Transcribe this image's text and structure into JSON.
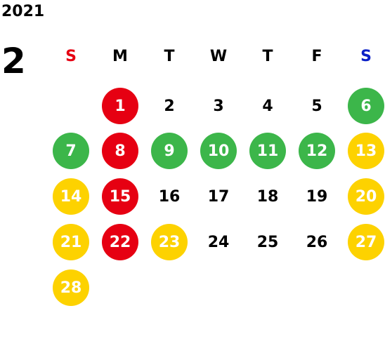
{
  "year": "2021",
  "month": "2",
  "weekdays": [
    {
      "label": "S",
      "color": "#e60012"
    },
    {
      "label": "M",
      "color": "#000000"
    },
    {
      "label": "T",
      "color": "#000000"
    },
    {
      "label": "W",
      "color": "#000000"
    },
    {
      "label": "T",
      "color": "#000000"
    },
    {
      "label": "F",
      "color": "#000000"
    },
    {
      "label": "S",
      "color": "#0b20c7"
    }
  ],
  "colors": {
    "red": "#e60012",
    "green": "#3cb64a",
    "yellow": "#fdd200"
  },
  "days": [
    {
      "n": "1",
      "style": "red"
    },
    {
      "n": "2",
      "style": "plain"
    },
    {
      "n": "3",
      "style": "plain"
    },
    {
      "n": "4",
      "style": "plain"
    },
    {
      "n": "5",
      "style": "plain"
    },
    {
      "n": "6",
      "style": "green"
    },
    {
      "n": "7",
      "style": "green"
    },
    {
      "n": "8",
      "style": "red"
    },
    {
      "n": "9",
      "style": "green"
    },
    {
      "n": "10",
      "style": "green"
    },
    {
      "n": "11",
      "style": "green"
    },
    {
      "n": "12",
      "style": "green"
    },
    {
      "n": "13",
      "style": "yellow"
    },
    {
      "n": "14",
      "style": "yellow"
    },
    {
      "n": "15",
      "style": "red"
    },
    {
      "n": "16",
      "style": "plain"
    },
    {
      "n": "17",
      "style": "plain"
    },
    {
      "n": "18",
      "style": "plain"
    },
    {
      "n": "19",
      "style": "plain"
    },
    {
      "n": "20",
      "style": "yellow"
    },
    {
      "n": "21",
      "style": "yellow"
    },
    {
      "n": "22",
      "style": "red"
    },
    {
      "n": "23",
      "style": "yellow"
    },
    {
      "n": "24",
      "style": "plain"
    },
    {
      "n": "25",
      "style": "plain"
    },
    {
      "n": "26",
      "style": "plain"
    },
    {
      "n": "27",
      "style": "yellow"
    },
    {
      "n": "28",
      "style": "yellow"
    }
  ]
}
